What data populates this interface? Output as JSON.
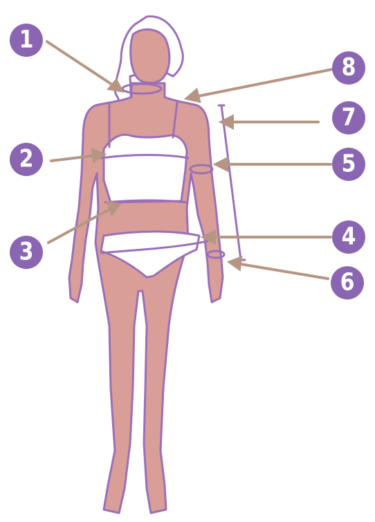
{
  "colors": {
    "skin": "#d99e97",
    "outline": "#9b6fb8",
    "garment": "#ffffff",
    "marker": "#8a66b2",
    "arrow": "#b69683"
  },
  "markers": [
    {
      "id": "1",
      "label": "1"
    },
    {
      "id": "2",
      "label": "2"
    },
    {
      "id": "3",
      "label": "3"
    },
    {
      "id": "4",
      "label": "4"
    },
    {
      "id": "5",
      "label": "5"
    },
    {
      "id": "6",
      "label": "6"
    },
    {
      "id": "7",
      "label": "7"
    },
    {
      "id": "8",
      "label": "8"
    }
  ]
}
